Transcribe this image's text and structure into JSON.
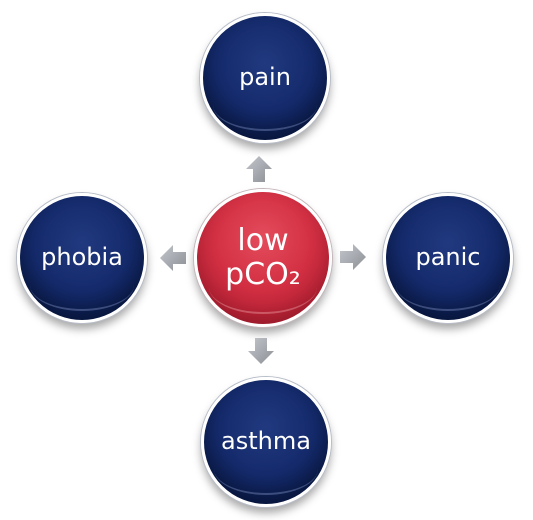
{
  "diagram": {
    "center": {
      "line1": "low",
      "line2": "pCO₂",
      "color": "#cf2c3f"
    },
    "nodes": {
      "pain": "pain",
      "phobia": "phobia",
      "panic": "panic",
      "asthma": "asthma"
    },
    "colors": {
      "outer_node": "#142a6b",
      "arrow": "#9ea2a8"
    },
    "arrows": [
      {
        "direction": "up",
        "icon": "arrow-up-icon"
      },
      {
        "direction": "down",
        "icon": "arrow-down-icon"
      },
      {
        "direction": "left",
        "icon": "arrow-left-icon"
      },
      {
        "direction": "right",
        "icon": "arrow-right-icon"
      }
    ]
  }
}
